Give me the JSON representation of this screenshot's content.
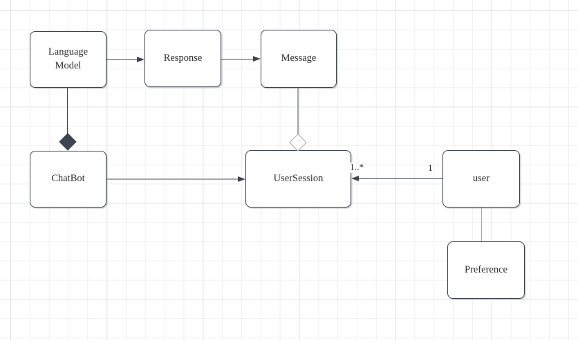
{
  "diagram": {
    "kind": "uml-class-diagram"
  },
  "colors": {
    "node_border": "#3a414c",
    "node_fill": "#ffffff",
    "text_color": "#2f2f2f",
    "edge_dark": "#3e4550",
    "edge_light": "#a3a6aa",
    "grid_minor": "#f0f0f1",
    "grid_major": "#e3e4e6"
  },
  "nodes": {
    "language_model": {
      "label": "Language Model"
    },
    "response": {
      "label": "Response"
    },
    "message": {
      "label": "Message"
    },
    "chatbot": {
      "label": "ChatBot"
    },
    "usersession": {
      "label": "UserSession"
    },
    "user": {
      "label": "user"
    },
    "preference": {
      "label": "Preference"
    }
  },
  "edges": [
    {
      "from": "Language Model",
      "to": "Response",
      "type": "directed-arrow"
    },
    {
      "from": "Response",
      "to": "Message",
      "type": "directed-arrow"
    },
    {
      "from": "Language Model",
      "to": "ChatBot",
      "type": "composition",
      "diamond_at": "ChatBot"
    },
    {
      "from": "Message",
      "to": "UserSession",
      "type": "aggregation",
      "diamond_at": "UserSession"
    },
    {
      "from": "ChatBot",
      "to": "UserSession",
      "type": "directed-arrow"
    },
    {
      "from": "user",
      "to": "UserSession",
      "type": "directed-arrow",
      "source_multiplicity": "1",
      "target_multiplicity": "1..*"
    },
    {
      "from": "user",
      "to": "Preference",
      "type": "line"
    }
  ]
}
